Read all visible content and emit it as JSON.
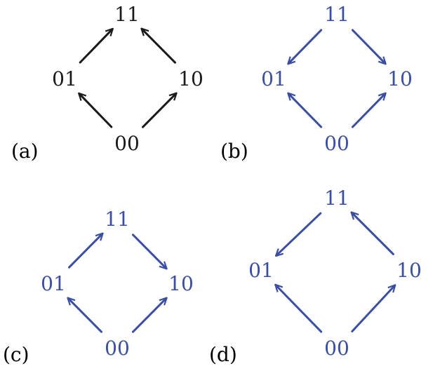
{
  "colors": {
    "black": "#1a1a1a",
    "blue": "#3a4fa3"
  },
  "panels": [
    {
      "label": "(a)",
      "color": "black",
      "nodes": {
        "top": "11",
        "left": "01",
        "right": "10",
        "bottom": "00"
      },
      "edges": [
        {
          "from": "left",
          "to": "top"
        },
        {
          "from": "right",
          "to": "top"
        },
        {
          "from": "bottom",
          "to": "left"
        },
        {
          "from": "bottom",
          "to": "right"
        }
      ]
    },
    {
      "label": "(b)",
      "color": "blue",
      "nodes": {
        "top": "11",
        "left": "01",
        "right": "10",
        "bottom": "00"
      },
      "edges": [
        {
          "from": "top",
          "to": "left"
        },
        {
          "from": "top",
          "to": "right"
        },
        {
          "from": "bottom",
          "to": "left"
        },
        {
          "from": "bottom",
          "to": "right"
        }
      ]
    },
    {
      "label": "(c)",
      "color": "blue",
      "nodes": {
        "top": "11",
        "left": "01",
        "right": "10",
        "bottom": "00"
      },
      "edges": [
        {
          "from": "left",
          "to": "top"
        },
        {
          "from": "top",
          "to": "right"
        },
        {
          "from": "bottom",
          "to": "left"
        },
        {
          "from": "bottom",
          "to": "right"
        }
      ]
    },
    {
      "label": "(d)",
      "color": "blue",
      "nodes": {
        "top": "11",
        "left": "01",
        "right": "10",
        "bottom": "00"
      },
      "edges": [
        {
          "from": "top",
          "to": "left"
        },
        {
          "from": "right",
          "to": "top"
        },
        {
          "from": "bottom",
          "to": "left"
        },
        {
          "from": "bottom",
          "to": "right"
        }
      ]
    }
  ]
}
